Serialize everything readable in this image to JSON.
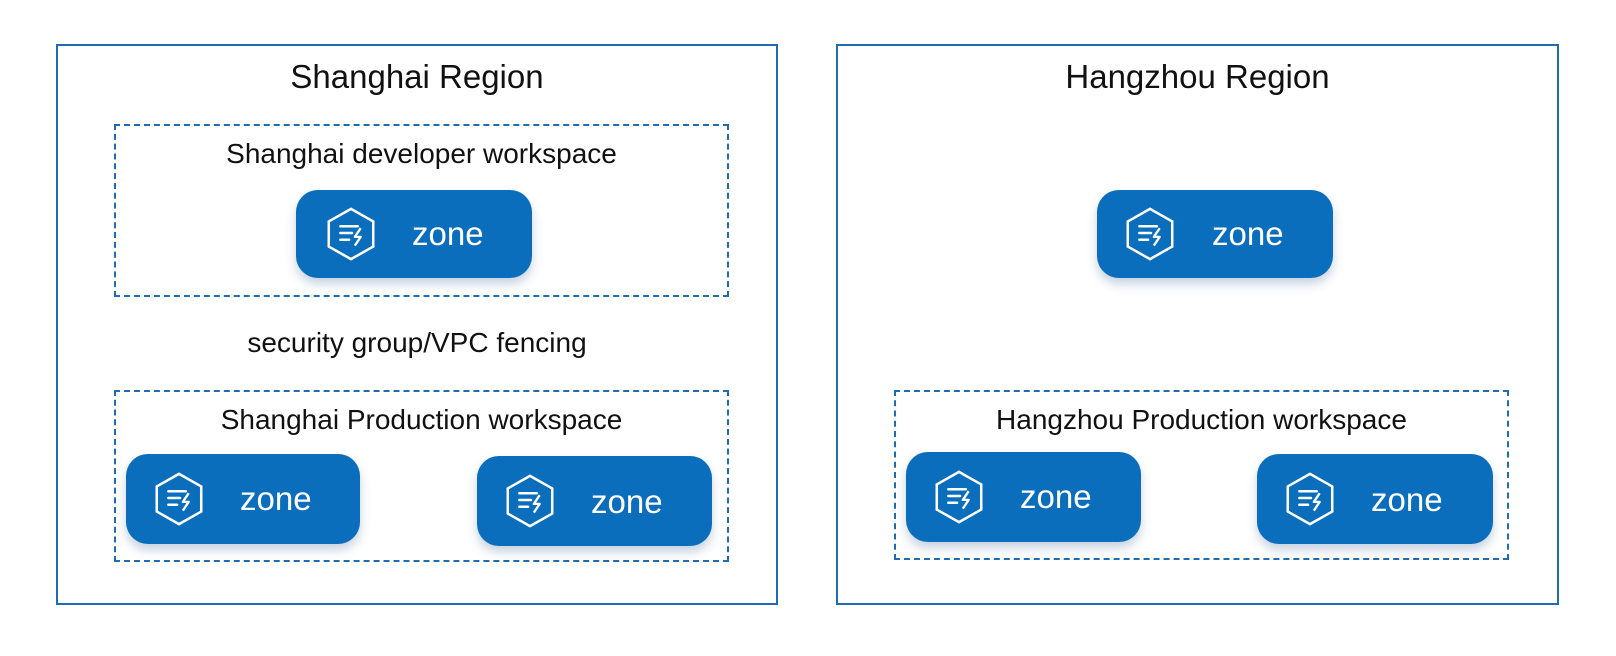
{
  "colors": {
    "region_border": "#1f6cb0",
    "workspace_border": "#1f6cb0",
    "zone_fill": "#0b6ebd",
    "connector": "#333333",
    "text": "#111111"
  },
  "regions": [
    {
      "title": "Shanghai Region",
      "fencing_label": "security group/VPC fencing",
      "workspaces": [
        {
          "title": "Shanghai developer workspace",
          "zones": [
            {
              "label": "zone",
              "icon": "zone-service-icon"
            }
          ]
        },
        {
          "title": "Shanghai Production workspace",
          "zones": [
            {
              "label": "zone",
              "icon": "zone-service-icon"
            },
            {
              "label": "zone",
              "icon": "zone-service-icon"
            }
          ]
        }
      ]
    },
    {
      "title": "Hangzhou Region",
      "standalone_zone": {
        "label": "zone",
        "icon": "zone-service-icon"
      },
      "workspaces": [
        {
          "title": "Hangzhou Production workspace",
          "zones": [
            {
              "label": "zone",
              "icon": "zone-service-icon"
            },
            {
              "label": "zone",
              "icon": "zone-service-icon"
            }
          ]
        }
      ]
    }
  ]
}
